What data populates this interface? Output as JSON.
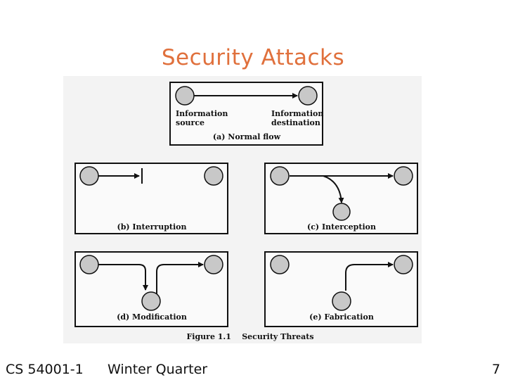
{
  "slide": {
    "title": "Security Attacks",
    "footer": {
      "course": "CS 54001-1",
      "term": "Winter Quarter",
      "page_number": "7"
    }
  },
  "figure": {
    "caption": "Figure 1.1    Security Threats",
    "panels": {
      "normal_flow": {
        "source_label_line1": "Information",
        "source_label_line2": "source",
        "destination_label_line1": "Information",
        "destination_label_line2": "destination",
        "title": "(a) Normal flow"
      },
      "interruption": {
        "title": "(b) Interruption"
      },
      "interception": {
        "title": "(c) Interception"
      },
      "modification": {
        "title": "(d) Modification"
      },
      "fabrication": {
        "title": "(e) Fabrication"
      }
    }
  },
  "colors": {
    "title": "#e0703c",
    "node_fill": "#c8c8c8",
    "stroke": "#111111"
  }
}
